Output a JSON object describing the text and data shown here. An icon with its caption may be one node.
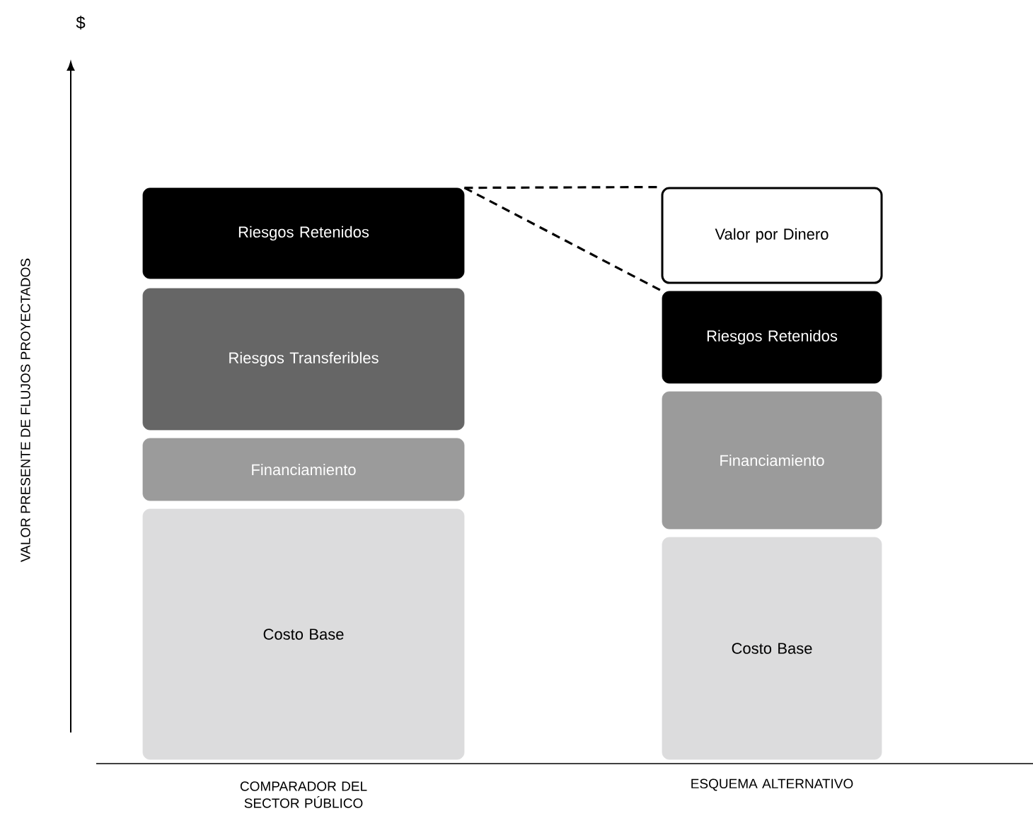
{
  "diagram": {
    "nodes": [
      {
        "text": [
          "Riesgos Retenidos"
        ]
      },
      {
        "text": [
          "Riesgos Transferibles"
        ]
      },
      {
        "text": [
          "Financiamiento"
        ]
      },
      {
        "text": [
          "Costo Base"
        ]
      },
      {
        "text": [
          "Valor por Dinero"
        ]
      },
      {
        "text": [
          "Riesgos Retenidos"
        ]
      },
      {
        "text": [
          "Financiamiento"
        ]
      },
      {
        "text": [
          "Costo Base"
        ]
      }
    ],
    "edges": [
      {
        "from": 0,
        "to": 4,
        "arrow": "none",
        "style": "dashed"
      },
      {
        "from": 0,
        "to": 5,
        "arrow": "none",
        "style": "dashed"
      }
    ],
    "labels": [
      "$",
      "VALOR PRESENTE DE FLUJOS PROYECTADOS",
      "COMPARADOR DEL SECTOR PÚBLICO",
      "ESQUEMA ALTERNATIVO"
    ]
  }
}
